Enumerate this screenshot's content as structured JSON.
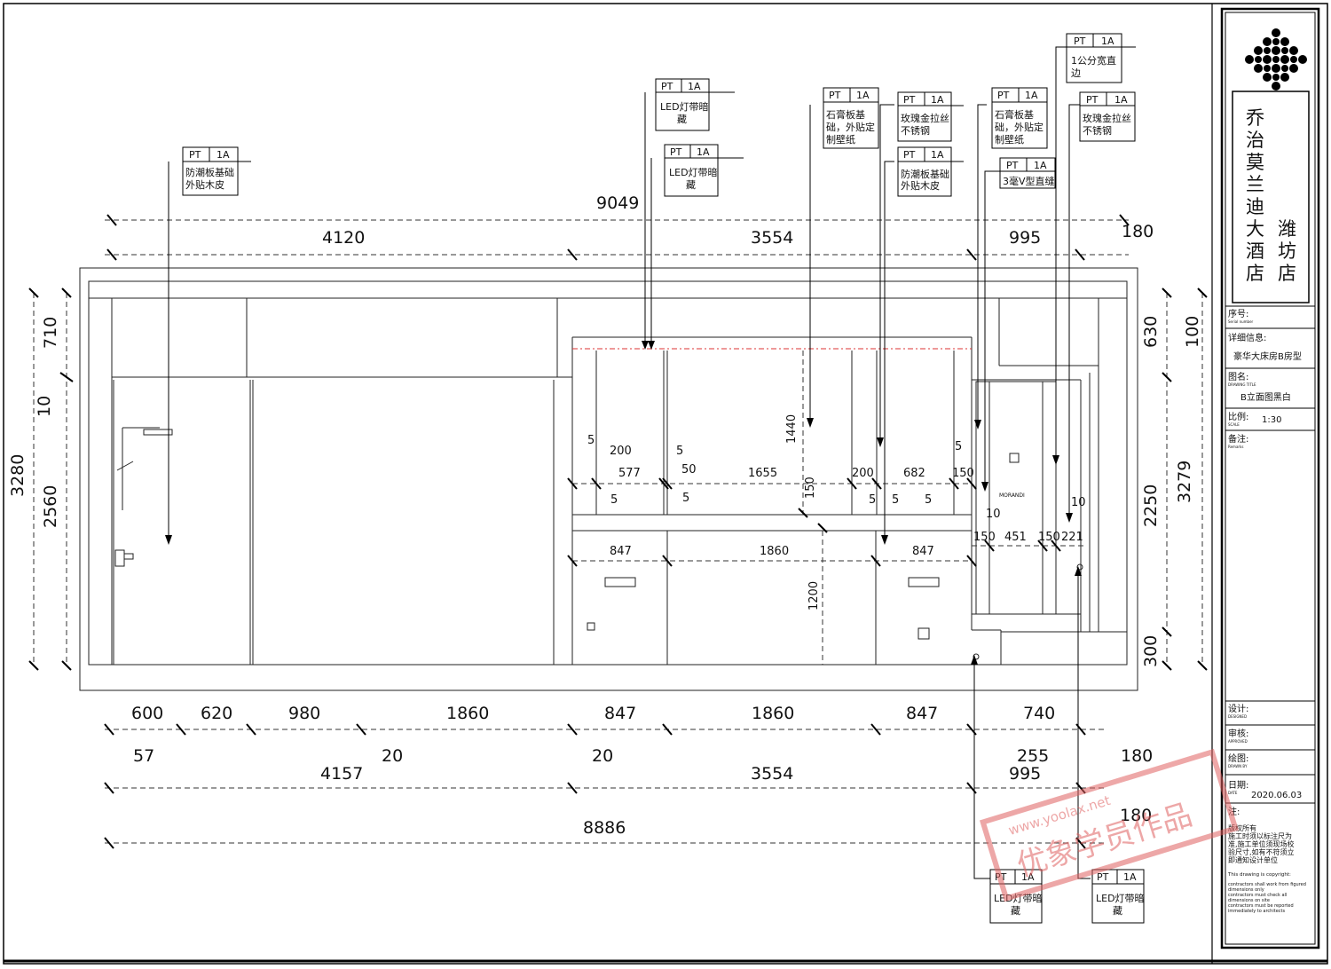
{
  "title_block": {
    "hotel_name_chars": [
      "乔",
      "治",
      "莫",
      "兰",
      "迪",
      "大",
      "酒",
      "店"
    ],
    "branch_chars": [
      "潍",
      "坊",
      "店"
    ],
    "serial_label": "序号:",
    "serial_sub": "Serial number",
    "detail_label": "详细信息:",
    "detail_value": "豪华大床房B房型",
    "drawing_label": "图名:",
    "drawing_sub": "DRAWING TITLE",
    "drawing_value": "B立面图黑白",
    "scale_label": "比例:",
    "scale_sub": "SCALE",
    "scale_value": "1:30",
    "remarks_label": "备注:",
    "remarks_sub": "Remarks",
    "design_label": "设计:",
    "design_sub": "DESIGNED",
    "review_label": "审核:",
    "review_sub": "APPROVED",
    "drawn_label": "绘图:",
    "drawn_sub": "DRAWN BY",
    "date_label": "日期:",
    "date_sub": "DATE",
    "date_value": "2020.06.03",
    "note_label": "注:",
    "copyright_cn_1": "版权所有",
    "copyright_cn_2": "施工时须以标注尺为",
    "copyright_cn_3": "准,施工单位须现场校",
    "copyright_cn_4": "验尺寸,如有不符须立",
    "copyright_cn_5": "即通知设计单位",
    "copyright_en_1": "This drawing is copyright:",
    "copyright_en_2": "contractors shall work from figured",
    "copyright_en_3": "dimensions only",
    "copyright_en_4": "contractors must check all",
    "copyright_en_5": "dimensions on site",
    "copyright_en_6": "contractors must be reported",
    "copyright_en_7": "immediately  to architects"
  },
  "watermark": {
    "text": "优象学员作品",
    "url": "www.yoolax.net"
  },
  "callouts": [
    {
      "code": "PT",
      "sub": "1A",
      "line1": "防潮板基础",
      "line2": "外贴木皮"
    },
    {
      "code": "PT",
      "sub": "1A",
      "line1": "LED灯带暗",
      "line2": "藏"
    },
    {
      "code": "PT",
      "sub": "1A",
      "line1": "LED灯带暗",
      "line2": "藏"
    },
    {
      "code": "PT",
      "sub": "1A",
      "line1": "石膏板基",
      "line2": "础，外贴定",
      "line3": "制壁纸"
    },
    {
      "code": "PT",
      "sub": "1A",
      "line1": "玫瑰金拉丝",
      "line2": "不锈钢"
    },
    {
      "code": "PT",
      "sub": "1A",
      "line1": "防潮板基础",
      "line2": "外贴木皮"
    },
    {
      "code": "PT",
      "sub": "1A",
      "line1": "石膏板基",
      "line2": "础，外贴定",
      "line3": "制壁纸"
    },
    {
      "code": "PT",
      "sub": "1A",
      "line1": "3毫V型直缝"
    },
    {
      "code": "PT",
      "sub": "1A",
      "line1": "1公分宽直",
      "line2": "边"
    },
    {
      "code": "PT",
      "sub": "1A",
      "line1": "玫瑰金拉丝",
      "line2": "不锈钢"
    },
    {
      "code": "PT",
      "sub": "1A",
      "line1": "LED灯带暗",
      "line2": "藏"
    },
    {
      "code": "PT",
      "sub": "1A",
      "line1": "LED灯带暗",
      "line2": "藏"
    }
  ],
  "dims": {
    "top_total": "9049",
    "top_1": "4120",
    "top_2": "3554",
    "top_3": "995",
    "top_4": "180",
    "left_total": "3280",
    "left_1": "710",
    "left_2": "10",
    "left_3": "2560",
    "right_total": "3279",
    "right_1": "630",
    "right_2": "100",
    "right_3": "2250",
    "right_4": "300",
    "bot_r1": [
      "600",
      "620",
      "980",
      "1860",
      "847",
      "1860",
      "847",
      "740"
    ],
    "bot_57": "57",
    "bot_20a": "20",
    "bot_20b": "20",
    "bot_255": "255",
    "bot_180a": "180",
    "bot_4157": "4157",
    "bot_3554": "3554",
    "bot_995": "995",
    "bot_180b": "180",
    "bot_total": "8886",
    "mid_200": "200",
    "mid_5a": "5",
    "mid_5b": "5",
    "mid_577": "577",
    "mid_50": "50",
    "mid_1655": "1655",
    "mid_200b": "200",
    "mid_682": "682",
    "mid_150a": "150",
    "mid_5c": "5",
    "mid_5d": "5",
    "mid_5e": "5",
    "mid_5f": "5",
    "mid_5g": "5",
    "mid_5h": "5",
    "mid_1440": "1440",
    "mid_150v": "150",
    "mid_10a": "10",
    "mid_10b": "10",
    "mid_150b": "150",
    "mid_451": "451",
    "mid_150c": "150",
    "mid_221": "221",
    "mid_847a": "847",
    "mid_1860": "1860",
    "mid_847b": "847",
    "mid_1200": "1200",
    "brand": "MORANDI"
  }
}
